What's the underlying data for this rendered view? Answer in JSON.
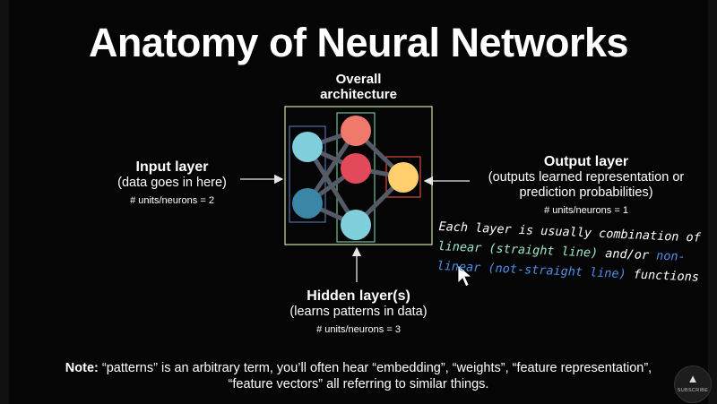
{
  "slide": {
    "title": "Anatomy of Neural Networks",
    "overall_architecture": "Overall\narchitecture",
    "input_layer": {
      "title": "Input layer",
      "description": "(data goes in here)",
      "units": "# units/neurons = 2"
    },
    "output_layer": {
      "title": "Output layer",
      "description_line1": "(outputs learned representation or",
      "description_line2": "prediction probabilities)",
      "units": "# units/neurons = 1"
    },
    "hidden_layer": {
      "title": "Hidden layer(s)",
      "description": "(learns patterns in data)",
      "units": "# units/neurons = 3"
    },
    "handwritten": {
      "line1": "Each layer is usually combination of",
      "linear": "linear (straight line)",
      "andor": " and/or ",
      "nonlinear_a": "non-",
      "nonlinear_b": "linear (not-straight line)",
      "functions": " functions"
    },
    "note": {
      "label": "Note:",
      "line1": " “patterns” is an arbitrary term, you’ll often hear “embedding”, “weights”, “feature representation”,",
      "line2": "“feature vectors” all referring to similar things."
    },
    "badge": {
      "text": "SUBSCRIBE"
    }
  },
  "colors": {
    "background": "#050505",
    "outer_box": "#c9e3a3",
    "input_box": "#4d6fa8",
    "hidden_box": "#6fbf9b",
    "output_box": "#d9493f",
    "input_neuron_top": "#7fd0dc",
    "input_neuron_bottom": "#3a86a6",
    "hidden_neuron_top": "#ef7a6c",
    "hidden_neuron_mid": "#e24a5a",
    "hidden_neuron_bottom": "#7fd0dc",
    "output_neuron": "#ffcf6e",
    "connections": "#555a66"
  },
  "icons": [
    "flame-logo-icon"
  ]
}
